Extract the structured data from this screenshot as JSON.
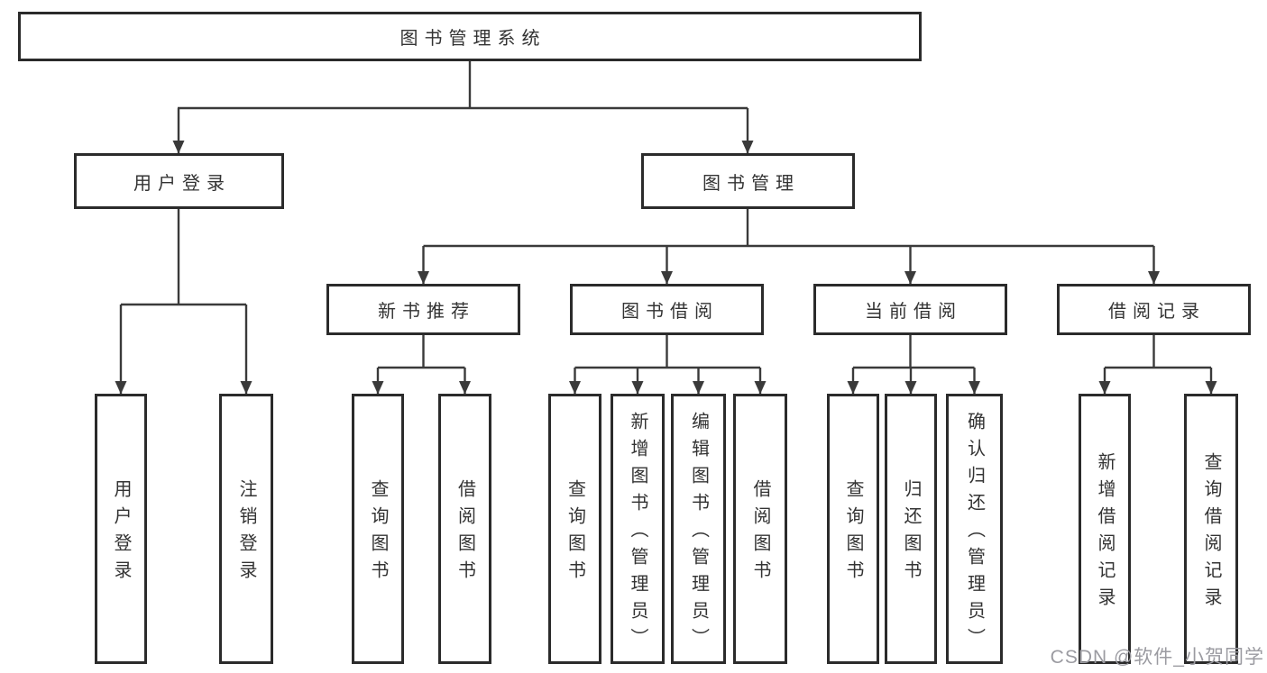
{
  "diagram": {
    "title": "图书管理系统",
    "branches": {
      "user_login": {
        "label": "用户登录",
        "leaves": [
          "用户登录",
          "注销登录"
        ]
      },
      "book_mgmt": {
        "label": "图书管理",
        "groups": [
          {
            "label": "新书推荐",
            "leaves": [
              "查询图书",
              "借阅图书"
            ]
          },
          {
            "label": "图书借阅",
            "leaves": [
              "查询图书",
              "新增图书（管理员）",
              "编辑图书（管理员）",
              "借阅图书"
            ]
          },
          {
            "label": "当前借阅",
            "leaves": [
              "查询图书",
              "归还图书",
              "确认归还（管理员）"
            ]
          },
          {
            "label": "借阅记录",
            "leaves": [
              "新增借阅记录",
              "查询借阅记录"
            ]
          }
        ]
      }
    },
    "watermark": "CSDN @软件_小贺同学",
    "colors": {
      "line": "#3a3a3a",
      "border": "#2b2b2b",
      "text": "#333333",
      "watermark": "#9b9ba1",
      "background": "#ffffff"
    }
  }
}
